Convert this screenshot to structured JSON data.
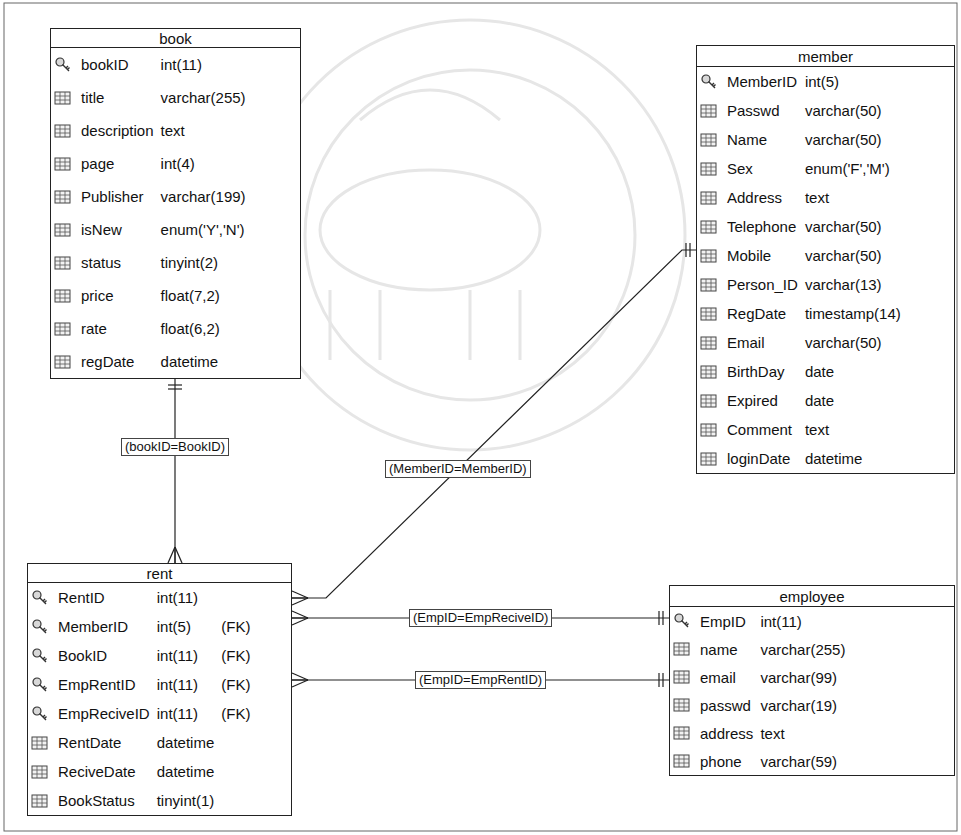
{
  "diagram": {
    "nodes": [
      {
        "text": [
          "book",
          "bookID",
          "int(11)",
          "title",
          "varchar(255)",
          "description",
          "text",
          "page",
          "int(4)",
          "Publisher",
          "varchar(199)",
          "isNew",
          "enum('Y','N')",
          "status",
          "tinyint(2)",
          "price",
          "float(7,2)",
          "rate",
          "float(6,2)",
          "regDate",
          "datetime"
        ]
      },
      {
        "text": [
          "member",
          "MemberID",
          "int(5)",
          "Passwd",
          "varchar(50)",
          "Name",
          "varchar(50)",
          "Sex",
          "enum('F','M')",
          "Address",
          "text",
          "Telephone",
          "varchar(50)",
          "Mobile",
          "varchar(50)",
          "Person_ID",
          "varchar(13)",
          "RegDate",
          "timestamp(14)",
          "Email",
          "varchar(50)",
          "BirthDay",
          "date",
          "Expired",
          "date",
          "Comment",
          "text",
          "loginDate",
          "datetime"
        ]
      },
      {
        "text": [
          "rent",
          "RentID",
          "int(11)",
          "MemberID",
          "int(5)",
          "(FK)",
          "BookID",
          "int(11)",
          "(FK)",
          "EmpRentID",
          "int(11)",
          "(FK)",
          "EmpReciveID",
          "int(11)",
          "(FK)",
          "RentDate",
          "datetime",
          "ReciveDate",
          "datetime",
          "BookStatus",
          "tinyint(1)"
        ]
      },
      {
        "text": [
          "employee",
          "EmpID",
          "int(11)",
          "name",
          "varchar(255)",
          "email",
          "varchar(99)",
          "passwd",
          "varchar(19)",
          "address",
          "text",
          "phone",
          "varchar(59)"
        ]
      }
    ],
    "edges": [
      {
        "from": 0,
        "to": 2,
        "arrow": "none",
        "label": "(bookID=BookID)"
      },
      {
        "from": 1,
        "to": 2,
        "arrow": "none",
        "label": "(MemberID=MemberID)"
      },
      {
        "from": 3,
        "to": 2,
        "arrow": "none",
        "label": "(EmpID=EmpReciveID)"
      },
      {
        "from": 3,
        "to": 2,
        "arrow": "none",
        "label": "(EmpID=EmpRentID)"
      }
    ]
  }
}
